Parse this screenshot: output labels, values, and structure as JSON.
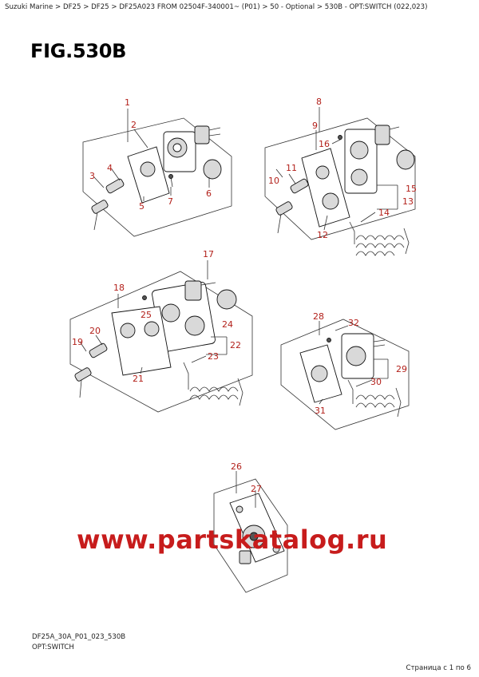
{
  "breadcrumb": {
    "items": [
      "Suzuki Marine",
      "DF25",
      "DF25",
      "DF25A023 FROM 02504F-340001~ (P01)",
      "50 - Optional",
      "530B - OPT:SWITCH (022,023)"
    ],
    "separator": ">"
  },
  "figure_title": "FIG.530B",
  "callouts": [
    "1",
    "2",
    "3",
    "4",
    "5",
    "6",
    "7",
    "8",
    "9",
    "10",
    "11",
    "12",
    "13",
    "14",
    "15",
    "16",
    "17",
    "18",
    "19",
    "20",
    "21",
    "22",
    "23",
    "24",
    "25",
    "26",
    "27",
    "28",
    "29",
    "30",
    "31",
    "32"
  ],
  "watermark": "www.partskatalog.ru",
  "footer": {
    "code": "DF25A_30A_P01_023_530B",
    "name": "OPT:SWITCH"
  },
  "pager": "Страница с 1 по 6",
  "colors": {
    "callout": "#b3211b",
    "watermark": "#c71c1c"
  }
}
